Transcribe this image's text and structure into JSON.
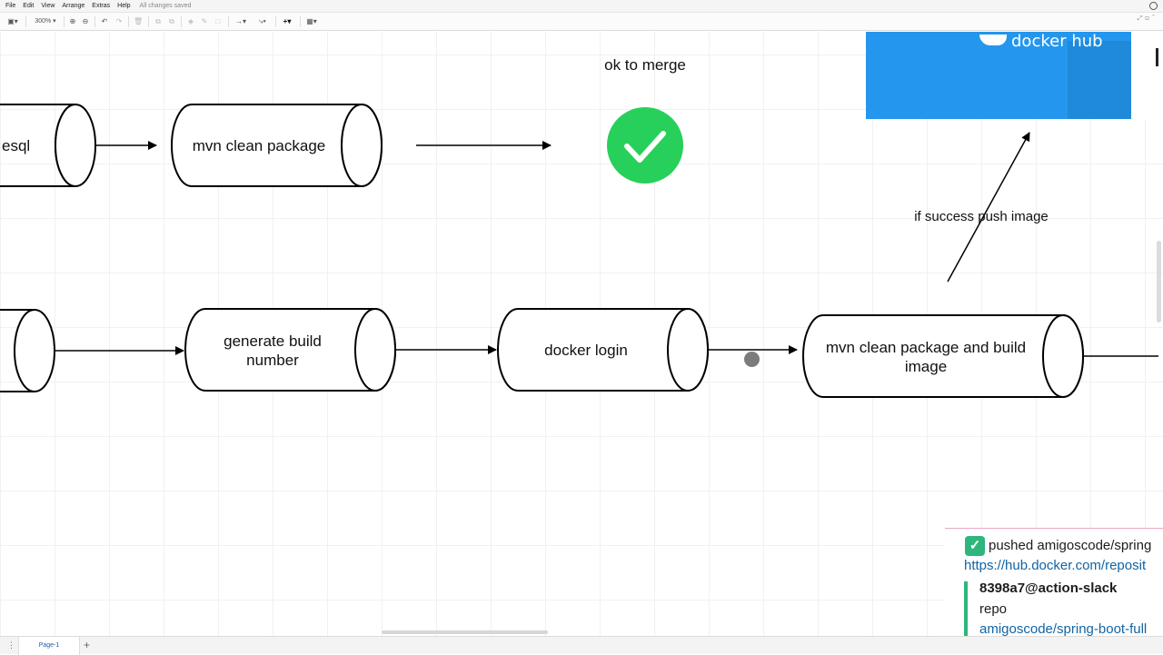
{
  "menubar": {
    "items": [
      "File",
      "Edit",
      "View",
      "Arrange",
      "Extras",
      "Help"
    ],
    "status": "All changes saved"
  },
  "toolbar": {
    "zoom": "300%"
  },
  "diagram": {
    "nodes": {
      "partial_top": "esql",
      "mvn_clean_package": "mvn clean package",
      "ok_to_merge": "ok to merge",
      "generate_build_number": "generate build number",
      "docker_login": "docker login",
      "mvn_build_image": "mvn clean package and build image",
      "if_success": "if success push image"
    },
    "docker_hub": "docker hub",
    "colors": {
      "check": "#27d05a",
      "docker_blue": "#2496ed"
    }
  },
  "slack": {
    "pushed": "pushed amigoscode/spring",
    "link": "https://hub.docker.com/reposit",
    "author": "8398a7@action-slack",
    "repo": "repo",
    "repo_link": "amigoscode/spring-boot-full"
  },
  "footer": {
    "page_tab": "Page-1",
    "add": "+"
  }
}
